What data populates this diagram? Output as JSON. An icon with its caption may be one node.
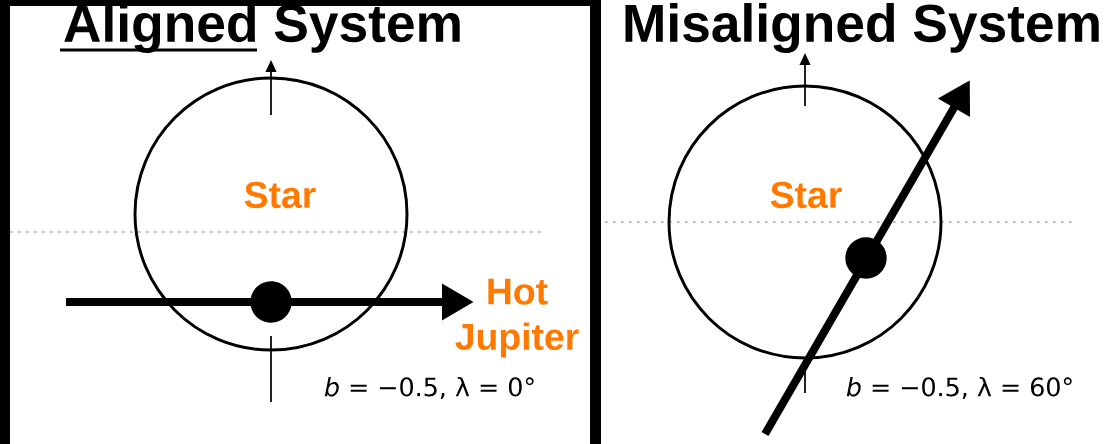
{
  "diagram": {
    "nodes": [
      {
        "text": [
          "Star"
        ]
      },
      {
        "text": [],
        "shape": "circle",
        "in": 0
      },
      {
        "text": [
          "Star"
        ]
      },
      {
        "text": [],
        "shape": "circle",
        "in": 2
      }
    ],
    "labels": [
      "Aligned System",
      "Misaligned System",
      "Hot Jupiter",
      "*b* = −0.5, λ = 0°",
      "*b* = −0.5, λ = 60°"
    ]
  }
}
